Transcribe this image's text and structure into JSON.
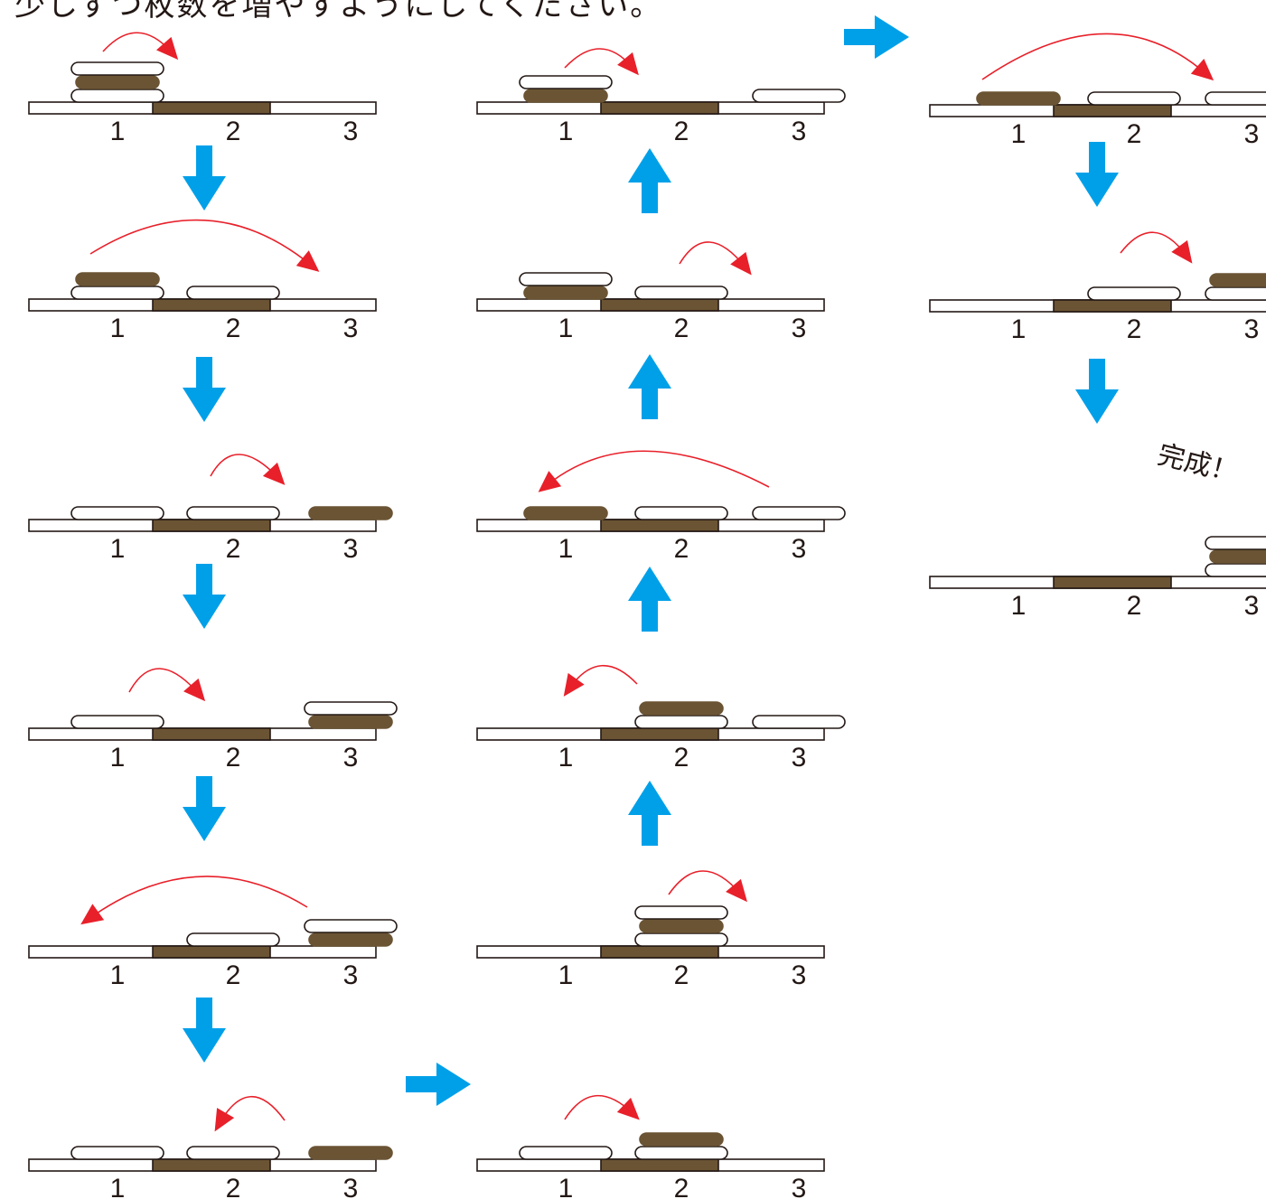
{
  "header_text": "少しずつ枚数を増やすようにしてください。",
  "completion_label": "完成！",
  "colors": {
    "dark_disk": "#6B5434",
    "light_disk": "#ffffff",
    "outline": "#231815",
    "move_arrow": "#E8202A",
    "flow_arrow": "#00A0E9",
    "board_center": "#6B5434"
  },
  "flow_arrow_icon": "block-arrow",
  "move_arrow_icon": "curved-arrow",
  "boards": [
    {
      "labels": [
        "1",
        "2",
        "3"
      ],
      "pegs": [
        [
          "white",
          "dark",
          "white"
        ],
        [],
        []
      ]
    },
    {
      "labels": [
        "1",
        "2",
        "3"
      ],
      "pegs": [
        [
          "white",
          "dark"
        ],
        [
          "white"
        ],
        []
      ]
    },
    {
      "labels": [
        "1",
        "2",
        "3"
      ],
      "pegs": [
        [
          "white"
        ],
        [
          "white"
        ],
        [
          "dark"
        ]
      ]
    },
    {
      "labels": [
        "1",
        "2",
        "3"
      ],
      "pegs": [
        [
          "white"
        ],
        [],
        [
          "dark",
          "white"
        ]
      ]
    },
    {
      "labels": [
        "1",
        "2",
        "3"
      ],
      "pegs": [
        [],
        [
          "white"
        ],
        [
          "dark",
          "white"
        ]
      ]
    },
    {
      "labels": [
        "1",
        "2",
        "3"
      ],
      "pegs": [
        [
          "white"
        ],
        [
          "white"
        ],
        [
          "dark"
        ]
      ]
    },
    {
      "labels": [
        "1",
        "2",
        "3"
      ],
      "pegs": [
        [
          "white"
        ],
        [
          "white",
          "dark"
        ],
        []
      ]
    },
    {
      "labels": [
        "1",
        "2",
        "3"
      ],
      "pegs": [
        [],
        [
          "white",
          "dark",
          "white"
        ],
        []
      ]
    },
    {
      "labels": [
        "1",
        "2",
        "3"
      ],
      "pegs": [
        [],
        [
          "white",
          "dark"
        ],
        [
          "white"
        ]
      ]
    },
    {
      "labels": [
        "1",
        "2",
        "3"
      ],
      "pegs": [
        [
          "dark"
        ],
        [
          "white"
        ],
        [
          "white"
        ]
      ]
    },
    {
      "labels": [
        "1",
        "2",
        "3"
      ],
      "pegs": [
        [
          "dark",
          "white"
        ],
        [
          "white"
        ],
        []
      ]
    },
    {
      "labels": [
        "1",
        "2",
        "3"
      ],
      "pegs": [
        [
          "dark",
          "white"
        ],
        [],
        [
          "white"
        ]
      ]
    },
    {
      "labels": [
        "1",
        "2",
        "3"
      ],
      "pegs": [
        [
          "dark"
        ],
        [
          "white"
        ],
        [
          "white"
        ]
      ]
    },
    {
      "labels": [
        "1",
        "2",
        "3"
      ],
      "pegs": [
        [],
        [
          "white"
        ],
        [
          "white",
          "dark"
        ]
      ]
    },
    {
      "labels": [
        "1",
        "2",
        "3"
      ],
      "pegs": [
        [],
        [],
        [
          "white",
          "dark",
          "white"
        ]
      ]
    }
  ]
}
